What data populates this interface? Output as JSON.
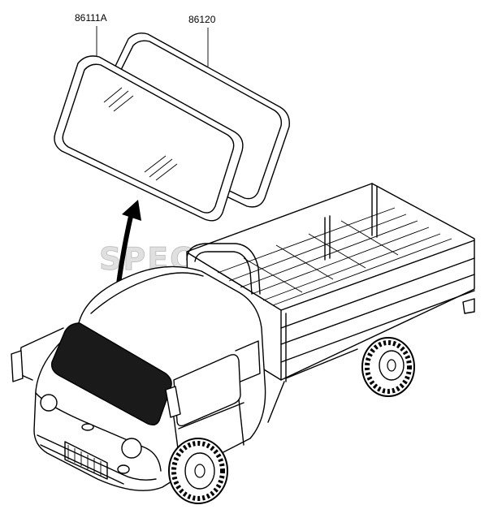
{
  "callouts": {
    "glass": "86111A",
    "moulding": "86120"
  },
  "watermark": "SPECSERVICE",
  "colors": {
    "line": "#000000",
    "windshield_fill": "#1a1a1a",
    "background": "#ffffff"
  }
}
